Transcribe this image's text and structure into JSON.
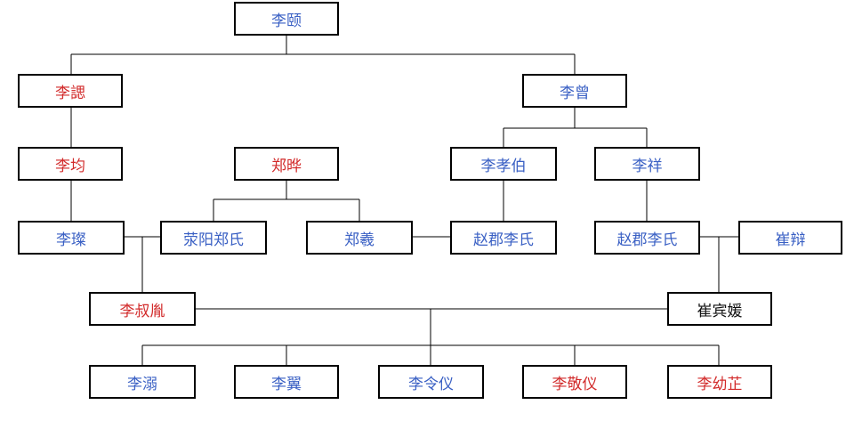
{
  "colors": {
    "blue": "#3a60c4",
    "red": "#d22b2b",
    "black": "#111111",
    "line": "#000000"
  },
  "nodes": {
    "li_yi": {
      "label": "李颐",
      "color": "blue"
    },
    "li_si": {
      "label": "李諰",
      "color": "red"
    },
    "li_ceng": {
      "label": "李曾",
      "color": "blue"
    },
    "li_jun": {
      "label": "李均",
      "color": "red"
    },
    "zheng_ye": {
      "label": "郑晔",
      "color": "red"
    },
    "li_xiaobo": {
      "label": "李孝伯",
      "color": "blue"
    },
    "li_xiang": {
      "label": "李祥",
      "color": "blue"
    },
    "li_can": {
      "label": "李璨",
      "color": "blue"
    },
    "xingyang_zheng": {
      "label": "荥阳郑氏",
      "color": "blue"
    },
    "zheng_xi": {
      "label": "郑羲",
      "color": "blue"
    },
    "zhaojun_li_1": {
      "label": "赵郡李氏",
      "color": "blue"
    },
    "zhaojun_li_2": {
      "label": "赵郡李氏",
      "color": "blue"
    },
    "cui_bian": {
      "label": "崔辩",
      "color": "blue"
    },
    "li_shuyin": {
      "label": "李叔胤",
      "color": "red"
    },
    "cui_binyuan": {
      "label": "崔宾媛",
      "color": "black"
    },
    "li_ni": {
      "label": "李溺",
      "color": "blue"
    },
    "li_yi2": {
      "label": "李翼",
      "color": "blue"
    },
    "li_lingyi": {
      "label": "李令仪",
      "color": "blue"
    },
    "li_jingyi": {
      "label": "李敬仪",
      "color": "red"
    },
    "li_youzhi": {
      "label": "李幼芷",
      "color": "red"
    }
  }
}
